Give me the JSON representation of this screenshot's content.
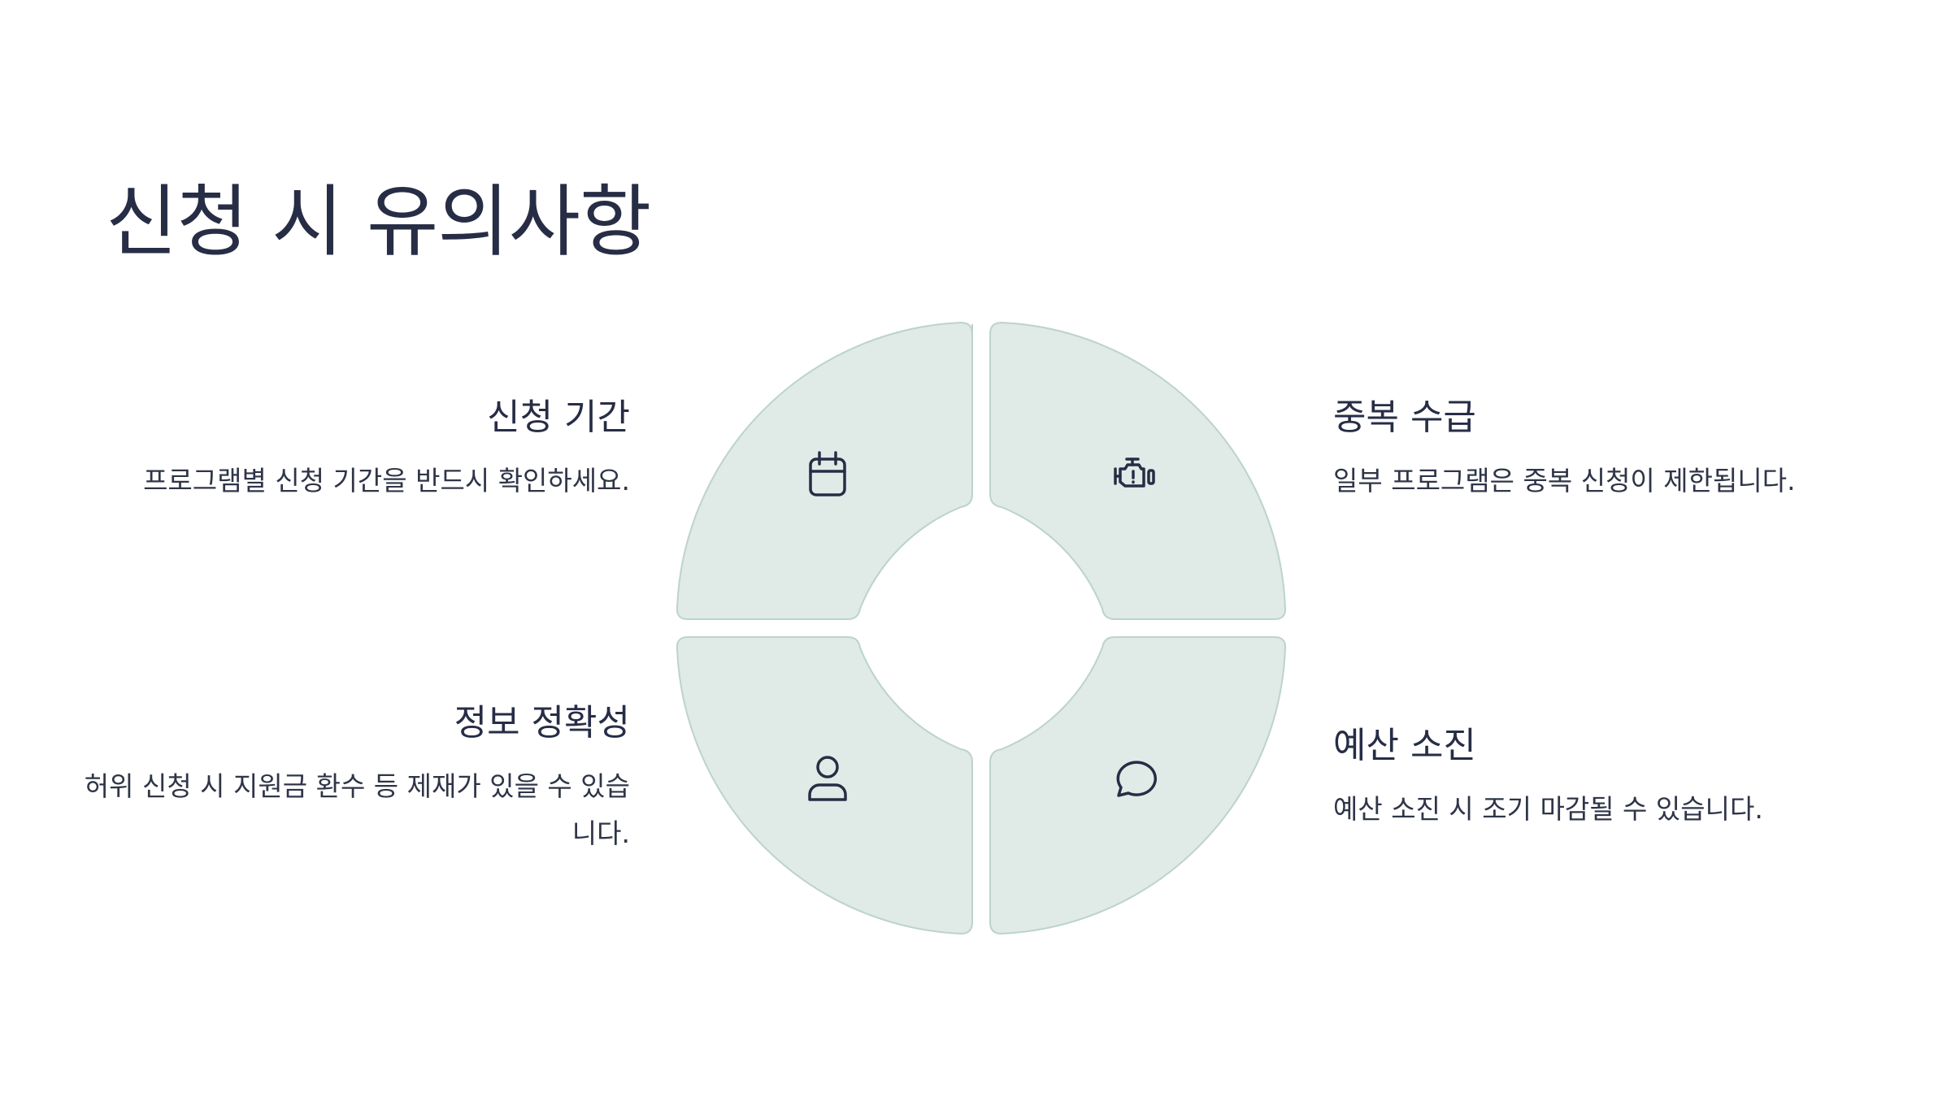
{
  "slide": {
    "title": "신청 시 유의사항"
  },
  "items": [
    {
      "id": "period",
      "title": "신청 기간",
      "description": "프로그램별 신청 기간을 반드시 확인하세요.",
      "icon": "calendar-icon"
    },
    {
      "id": "duplicate",
      "title": "중복 수급",
      "description": "일부 프로그램은 중복 신청이 제한됩니다.",
      "icon": "engine-warning-icon"
    },
    {
      "id": "accuracy",
      "title": "정보 정확성",
      "description": "허위 신청 시 지원금 환수 등 제재가 있을 수 있습니다.",
      "icon": "user-icon"
    },
    {
      "id": "budget",
      "title": "예산 소진",
      "description": "예산 소진 시 조기 마감될 수 있습니다.",
      "icon": "chat-bubble-icon"
    }
  ],
  "colors": {
    "segment_fill": "#e0eae7",
    "segment_stroke": "#bcd3cc",
    "text": "#272d45"
  }
}
